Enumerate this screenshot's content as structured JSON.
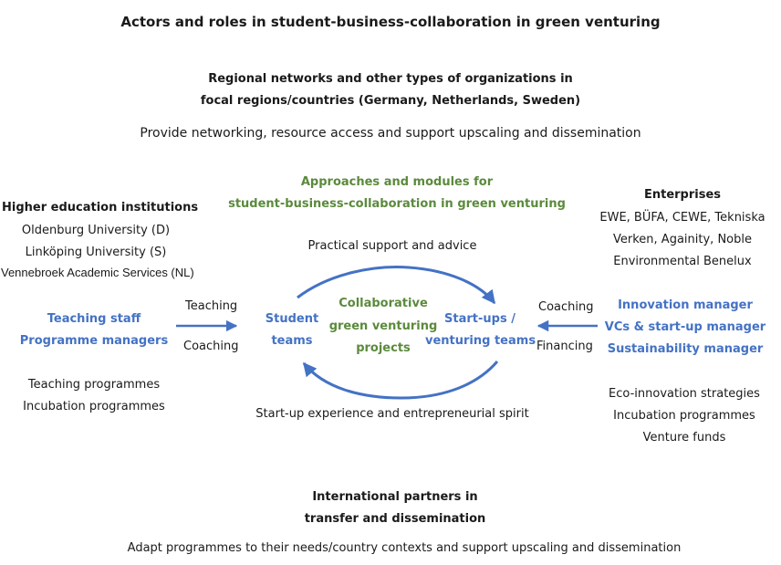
{
  "title": "Actors and roles in student-business-collaboration in green venturing",
  "regional": {
    "heading_line1": "Regional networks and other types of organizations in",
    "heading_line2": "focal regions/countries (Germany, Netherlands, Sweden)",
    "role": "Provide networking, resource access and support upscaling and dissemination"
  },
  "approaches": {
    "line1": "Approaches and modules for",
    "line2": "student-business-collaboration in green venturing"
  },
  "hei": {
    "heading": "Higher education institutions",
    "members": [
      "Oldenburg University (D)",
      "Linköping University (S)",
      "Vennebroek Academic Services (NL)"
    ],
    "staff": [
      "Teaching staff",
      "Programme managers"
    ],
    "programmes": [
      "Teaching programmes",
      "Incubation programmes"
    ]
  },
  "enterprises": {
    "heading": "Enterprises",
    "members": [
      "EWE, BÜFA, CEWE, Tekniska",
      "Verken, Againity, Noble",
      "Environmental Benelux"
    ],
    "managers": [
      "Innovation manager",
      "VCs & start-up manager",
      "Sustainability manager"
    ],
    "offers": [
      "Eco-innovation strategies",
      "Incubation programmes",
      "Venture funds"
    ]
  },
  "flows": {
    "teaching": "Teaching",
    "coaching_left": "Coaching",
    "coaching_right": "Coaching",
    "financing": "Financing",
    "top_arc": "Practical support and advice",
    "bottom_arc": "Start-up experience and entrepreneurial spirit"
  },
  "center": {
    "student_teams": [
      "Student",
      "teams"
    ],
    "projects": [
      "Collaborative",
      "green venturing",
      "projects"
    ],
    "startups": [
      "Start-ups /",
      "venturing teams"
    ]
  },
  "international": {
    "heading_line1": "International partners in",
    "heading_line2": "transfer and dissemination",
    "role": "Adapt programmes to their needs/country contexts and support upscaling and dissemination"
  },
  "colors": {
    "accent_blue": "#4472c4",
    "accent_green": "#5b8a3c"
  }
}
